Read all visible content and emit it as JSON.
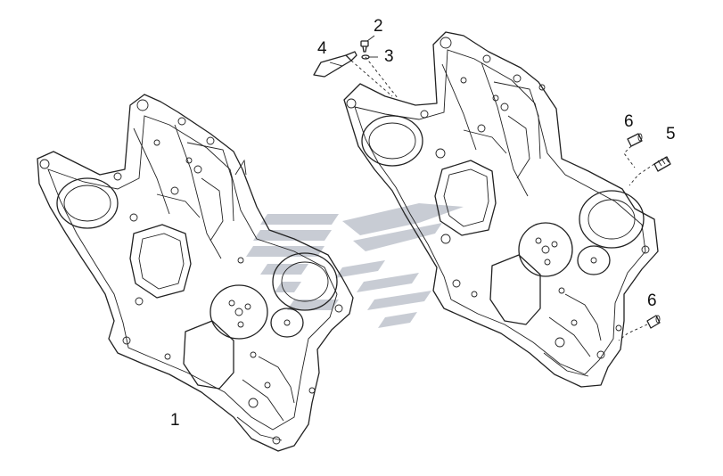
{
  "colors": {
    "line": "#222222",
    "watermark": "#9aa3b0",
    "background": "#ffffff"
  },
  "callouts": {
    "c1": "1",
    "c2": "2",
    "c3": "3",
    "c4": "4",
    "c5": "5",
    "c6a": "6",
    "c6b": "6"
  }
}
